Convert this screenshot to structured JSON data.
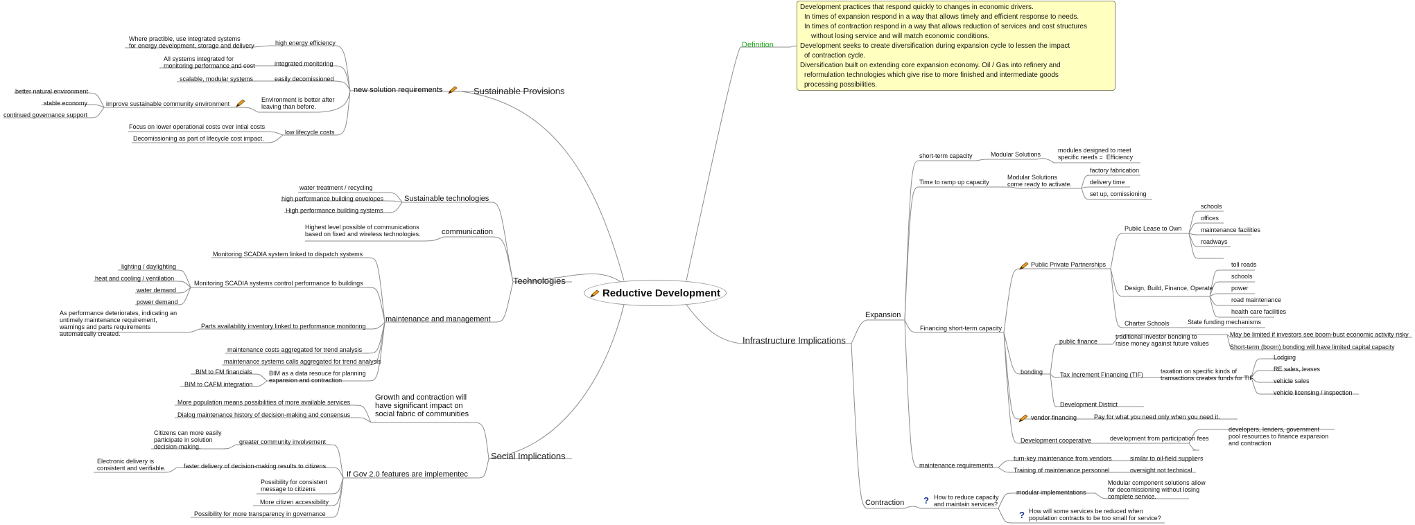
{
  "central": "Reductive Development",
  "definition": {
    "label": "Definition",
    "lines": [
      "Development practices that respond quickly to changes in economic drivers.",
      "In times of expansion respond in a way that allows timely and efficient response to needs.",
      "In times of contraction respond in a way that allows reduction of services and cost structures",
      "without losing service and will match economic conditions.",
      "Development seeks to create diversification during expansion cycle to lessen the impact",
      "of contraction cycle.",
      "Diversification built on extending core expansion economy. Oil / Gas into refinery and",
      "reformulation technologies which give rise to more finished and intermediate goods",
      "processing possibilities."
    ]
  },
  "sustainable": {
    "title": "Sustainable Provisions",
    "nsr": "new solution requirements",
    "high_energy": "high energy efficiency",
    "high_energy_note": "Where practible, use integrated systems\nfor energy development, storage and delivery",
    "integrated": "integrated monitoring",
    "integrated_note": "All systems integrated for\nmonitoring performance and cost",
    "decom": "easily decomissioned",
    "decom_note": "scalable, modular systems",
    "env": "Environment is better after\nleaving than before.",
    "improve": "improve sustainable community environment",
    "better": "better natural environment",
    "stable": "stable economy",
    "continued": "continued governance support",
    "lifecycle": "low lifecycle costs",
    "focus": "Focus on lower operational costs over intial costs",
    "decom_part": "Decomissioning as part of lifecycle cost impact."
  },
  "technologies": {
    "title": "Technologies",
    "sustech": "Sustainable technologies",
    "water": "water treatment / recycling",
    "envelopes": "high performance building envelopes",
    "hpsystems": "High performance building systems",
    "communication": "communication",
    "comm_note": "Highest level possible of communications\nbased on fixed and wireless technologies.",
    "mm": "maintenance and management",
    "dispatch": "Monitoring SCADIA system linked to dispatch systems",
    "control": "Monitoring SCADIA systems control performance fo buildings",
    "lighting": "lighting / daylighting",
    "heat": "heat and cooling / ventilation",
    "waterdemand": "water demand",
    "power": "power demand",
    "parts": "Parts availability inventory linked to performance monitoring",
    "parts_note": "As performance deteriorates, indicating an\nuntimely maintenance requirement,\nwarnings and parts requirements\nautomatically created.",
    "mcosts": "maintenance costs aggregated for trend analysis",
    "mcalls": "maintenance systems calls aggregated for trend analysis",
    "bim": "BIM as a data resouce for planning\nexpansion and contraction",
    "bimfm": "BIM to FM financials",
    "bimcafm": "BIM to CAFM integration"
  },
  "social": {
    "title": "Social Implications",
    "growth": "Growth and contraction will\nhave significant impact on\nsocial fabric of communities",
    "more_pop": "More population means possibilities of more available services",
    "dialog": "Dialog maintenance history of decision-making and consensus",
    "gov": "If Gov 2.0 features are implementec",
    "greater": "greater community involvement",
    "greater_note": "Citizens can more easily\nparticipate in solution\ndecision-making.",
    "faster": "faster delivery of decision-making results to citizens",
    "faster_note": "Electronic delivery is\nconsistent and verifiable.",
    "consistent": "Possibility for consistent\nmessage to citizens",
    "access": "More citizen accessibility",
    "transp": "Possibility for more transparency in governance"
  },
  "infra": {
    "title": "Infrastructure Implications",
    "expansion": "Expansion",
    "short": "short-term capacity",
    "modular": "Modular Solutions",
    "modular_note": "modules designed to meet\nspecific needs =  Efficiency",
    "ramp": "Time to ramp up capacity",
    "modular_ready": "Modular Solutions\ncome ready to activate.",
    "factory": "factory fabrication",
    "delivery": "delivery time",
    "setup": "set up, comissioning",
    "financing": "Financing short-term capacity",
    "ppp": "Public Private Partnerships",
    "lease": "Public Lease to Own",
    "schools": "schools",
    "offices": "offices",
    "mfac": "maintenance facilities",
    "roadways": "roadways",
    "dbfo": "Design, Build, Finance, Operate",
    "toll": "toll roads",
    "schools2": "schools",
    "power": "power",
    "road": "road maintenance",
    "health": "health care facilities",
    "charter": "Charter Schools",
    "state": "State funding mechanisms",
    "bonding": "bonding",
    "pf": "public finance",
    "trad": "traditional investor bonding to\nraise money against future values",
    "maybe": "May be limited if investors see boom-bust economic activity risky",
    "short_bond": "Short-term (boom) bonding will have limited capital capacity",
    "tif": "Tax Increment Financing (TIF)",
    "tax": "taxation on specific kinds of\ntransactions creates funds for TIF",
    "lodging": "Lodging",
    "re": "RE sales, leases",
    "vsales": "vehicle sales",
    "vlic": "vehicle licensing / inspection",
    "district": "Development District",
    "vendor": "vendor financing",
    "pay": "Pay for what you need only when you need it.",
    "coop": "Development cooperative",
    "fees": "development from participation fees",
    "dev_note": "developers, lenders, government\npool resources to finance expansion\nand contraction",
    "maint": "maintenance requirements",
    "turnkey": "turn-key maintenance from vendors",
    "oil": "similar to oil-field suppliers",
    "training": "Training of maintenance personnel",
    "oversight": "oversight not technical",
    "contraction": "Contraction",
    "how_reduce": "How to reduce capacity\nand maintain services?",
    "modimp": "modular implementations",
    "modimp_note": "Modular component solutions allow\nfor decomissioning without losing\ncomplete service.",
    "how_will": "How will some services be reduced when\npopulation contracts to be too small for service?"
  }
}
